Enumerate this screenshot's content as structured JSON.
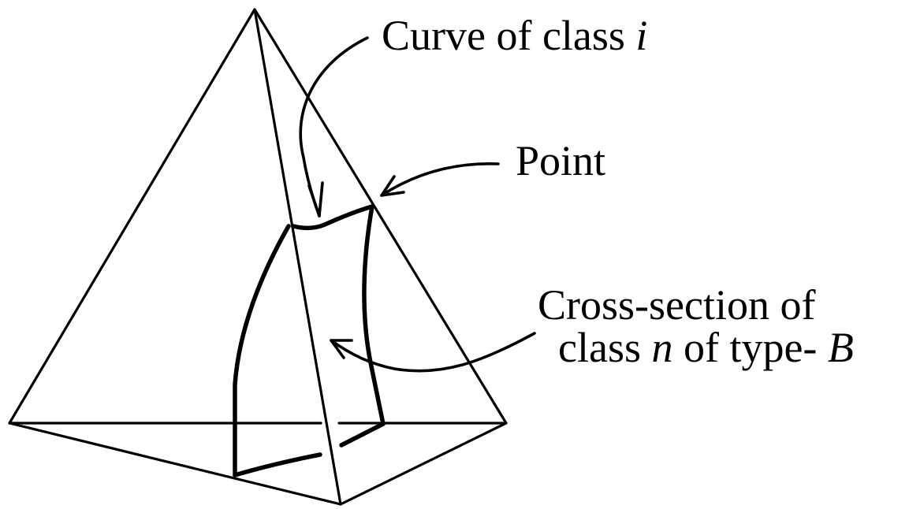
{
  "labels": {
    "curve_prefix": "Curve of class",
    "curve_var": "i",
    "point": "Point",
    "cross_line1": "Cross-section of",
    "cross_line2_a": "class",
    "cross_line2_var": "n",
    "cross_line2_b": "of type-",
    "cross_line2_var2": "B"
  },
  "colors": {
    "stroke": "#000000",
    "background": "#ffffff"
  }
}
